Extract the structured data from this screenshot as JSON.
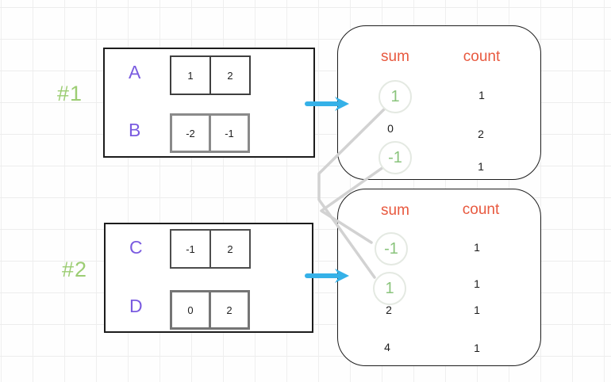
{
  "palette": {
    "label_purple": "#7a5be0",
    "group_green": "#9ccd73",
    "header_orange": "#e8593f",
    "circle_green": "#8ac47c",
    "arrow_blue": "#35b1e8",
    "connector_gray": "#d2d2d2",
    "box_border": "#1c1c1c",
    "text_black": "#1f1f1f"
  },
  "icons": {
    "arrow_1": "arrow-right-icon",
    "arrow_2": "arrow-right-icon"
  },
  "groups": [
    {
      "label": "#1",
      "arrays": [
        {
          "name": "A",
          "values": [
            "1",
            "2"
          ]
        },
        {
          "name": "B",
          "values": [
            "-2",
            "-1"
          ]
        }
      ],
      "result": {
        "headers": {
          "sum": "sum",
          "count": "count"
        },
        "rows": [
          {
            "sum": "1",
            "count": "1",
            "circled": true
          },
          {
            "sum": "0",
            "count": "2",
            "circled": false
          },
          {
            "sum": "-1",
            "count": "1",
            "circled": true
          }
        ]
      }
    },
    {
      "label": "#2",
      "arrays": [
        {
          "name": "C",
          "values": [
            "-1",
            "2"
          ]
        },
        {
          "name": "D",
          "values": [
            "0",
            "2"
          ]
        }
      ],
      "result": {
        "headers": {
          "sum": "sum",
          "count": "count"
        },
        "rows": [
          {
            "sum": "-1",
            "count": "1",
            "circled": true
          },
          {
            "sum": "1",
            "count": "1",
            "circled": true
          },
          {
            "sum": "2",
            "count": "1",
            "circled": false
          },
          {
            "sum": "4",
            "count": "1",
            "circled": false
          }
        ]
      }
    }
  ],
  "connections": [
    {
      "from": "group1-sum-1",
      "to": "group2-sum-1"
    },
    {
      "from": "group1-sum--1",
      "to": "group2-sum--1"
    }
  ]
}
